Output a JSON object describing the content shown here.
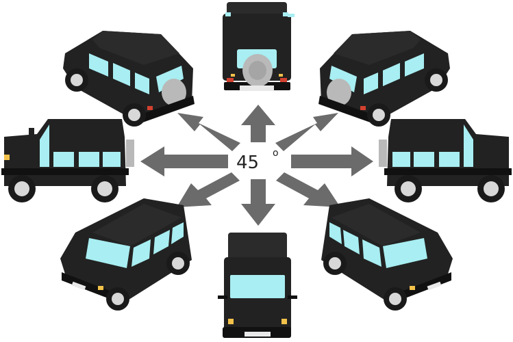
{
  "center_label": "45",
  "degree_symbol": "o",
  "colors": {
    "background": "#ffffff",
    "arrow": "#6b6b6b",
    "body": "#222222",
    "roof": "#2b2b2b",
    "shadow": "#111111",
    "glass": "#a8eef2",
    "tire": "#1a1a1a",
    "hub": "#d8d8d8",
    "spare": "#b9b9b9",
    "light_red": "#d3412f",
    "light_yellow": "#f3c24a",
    "plate": "#e9e9e9"
  },
  "views": [
    {
      "name": "rear",
      "direction": "up"
    },
    {
      "name": "rear-right-quarter",
      "direction": "up-right"
    },
    {
      "name": "right-side",
      "direction": "right"
    },
    {
      "name": "front-right-quarter",
      "direction": "down-right"
    },
    {
      "name": "front",
      "direction": "down"
    },
    {
      "name": "front-left-quarter",
      "direction": "down-left"
    },
    {
      "name": "left-side",
      "direction": "left"
    },
    {
      "name": "rear-left-quarter",
      "direction": "up-left"
    }
  ]
}
